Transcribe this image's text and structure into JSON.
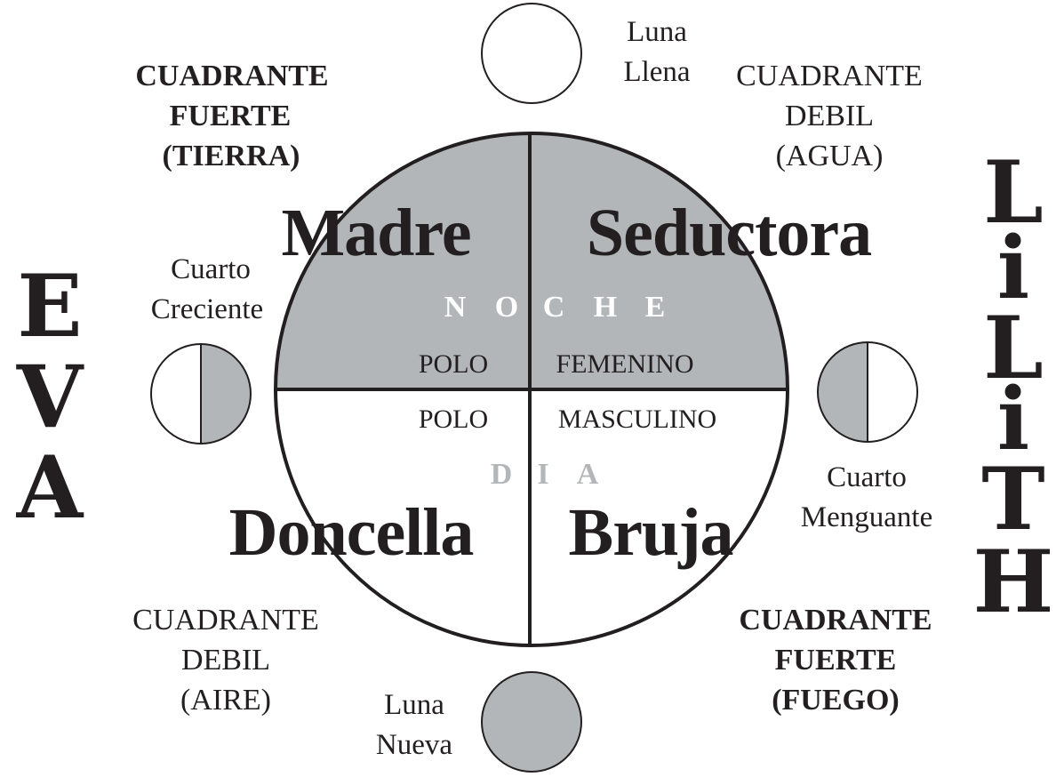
{
  "colors": {
    "ink": "#231f20",
    "shade": "#b3b6b9",
    "paper": "#ffffff"
  },
  "moons": {
    "full": "Luna Llena",
    "new": "Luna Nueva",
    "first_quarter": "Cuarto Creciente",
    "last_quarter": "Cuarto Menguante",
    "full_line1": "Luna",
    "full_line2": "Llena",
    "new_line1": "Luna",
    "new_line2": "Nueva",
    "first_line1": "Cuarto",
    "first_line2": "Creciente",
    "last_line1": "Cuarto",
    "last_line2": "Menguante"
  },
  "quadrants": {
    "top_left": {
      "line1": "CUADRANTE",
      "line2": "FUERTE",
      "line3": "(TIERRA)"
    },
    "top_right": {
      "line1": "CUADRANTE",
      "line2": "DEBIL",
      "line3": "(AGUA)"
    },
    "bottom_left": {
      "line1": "CUADRANTE",
      "line2": "DEBIL",
      "line3": "(AIRE)"
    },
    "bottom_right": {
      "line1": "CUADRANTE",
      "line2": "FUERTE",
      "line3": "(FUEGO)"
    }
  },
  "archetypes": {
    "madre": "Madre",
    "seductora": "Seductora",
    "doncella": "Doncella",
    "bruja": "Bruja"
  },
  "sections": {
    "noche_letters": [
      "N",
      "O",
      "C",
      "H",
      "E"
    ],
    "dia_letters": [
      "D",
      "I",
      "A"
    ],
    "polo": "POLO",
    "femenino": "FEMENINO",
    "masculino": "MASCULINO"
  },
  "side_names": {
    "left_letters": [
      "E",
      "V",
      "A"
    ],
    "right_letters": [
      "L",
      "i",
      "L",
      "i",
      "T",
      "H"
    ]
  }
}
